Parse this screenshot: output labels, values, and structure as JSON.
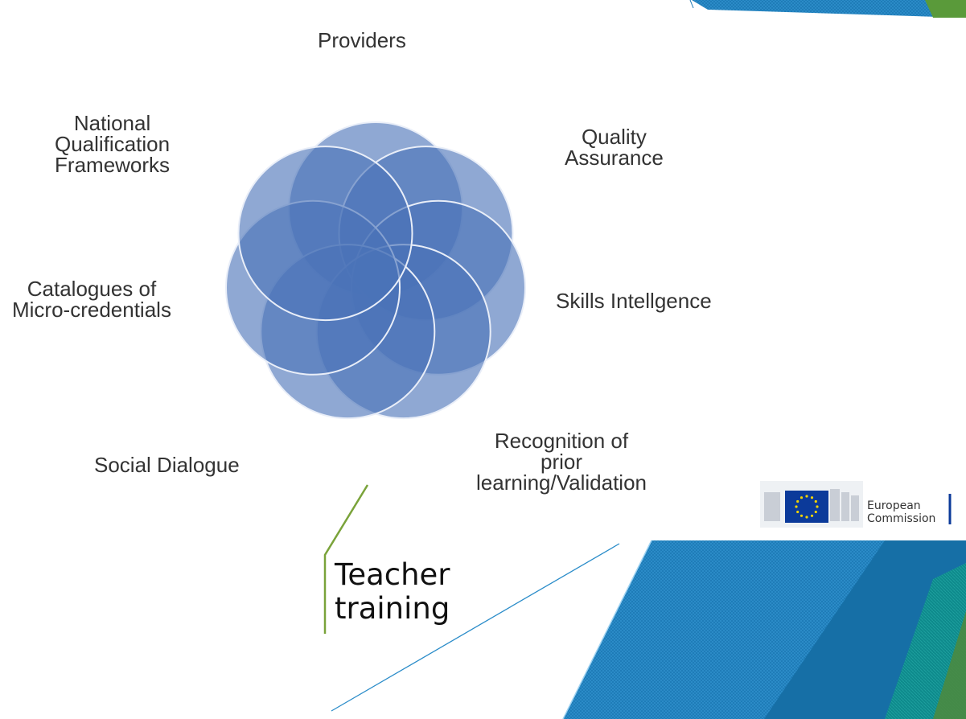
{
  "diagram": {
    "center_label": "",
    "petals": [
      {
        "label": "Providers"
      },
      {
        "label": "Quality Assurance"
      },
      {
        "label": "Skills Intellgence"
      },
      {
        "label": "Recognition of prior learning/Validation"
      },
      {
        "label": "Social Dialogue"
      },
      {
        "label": "Catalogues of Micro-credentials"
      },
      {
        "label": "National Qualification Frameworks"
      }
    ],
    "petal_color": "#4a72b8",
    "labels": {
      "providers": "Providers",
      "quality_1": "Quality",
      "quality_2": "Assurance",
      "skills": "Skills Intellgence",
      "recog_1": "Recognition of",
      "recog_2": "prior",
      "recog_3": "learning/Validation",
      "social": "Social Dialogue",
      "catalogue_1": "Catalogues of",
      "catalogue_2": "Micro-credentials",
      "nqf_1": "National",
      "nqf_2": "Qualification",
      "nqf_3": "Frameworks"
    }
  },
  "callout": {
    "line1": "Teacher",
    "line2": "training",
    "accent_color": "#7aa33a"
  },
  "logo": {
    "line1": "European",
    "line2": "Commission",
    "flag_color": "#0b3a9a",
    "star_color": "#f3d400"
  },
  "theme": {
    "accent_blue": "#1a6fb0",
    "accent_teal": "#0f8a8f",
    "accent_green": "#4f8a3a"
  }
}
